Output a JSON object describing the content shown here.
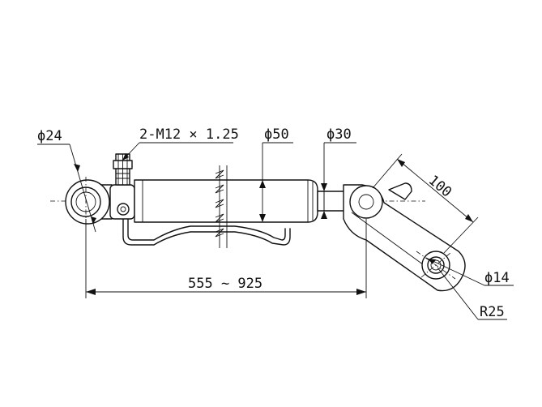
{
  "drawing": {
    "dimensions": {
      "eye_diameter": "ϕ24",
      "thread_spec": "2-M12 × 1.25",
      "bore_diameter": "ϕ50",
      "rod_diameter": "ϕ30",
      "link_length": "100",
      "pin_diameter": "ϕ14",
      "end_radius": "R25",
      "stroke_range": "555 ~ 925"
    }
  }
}
